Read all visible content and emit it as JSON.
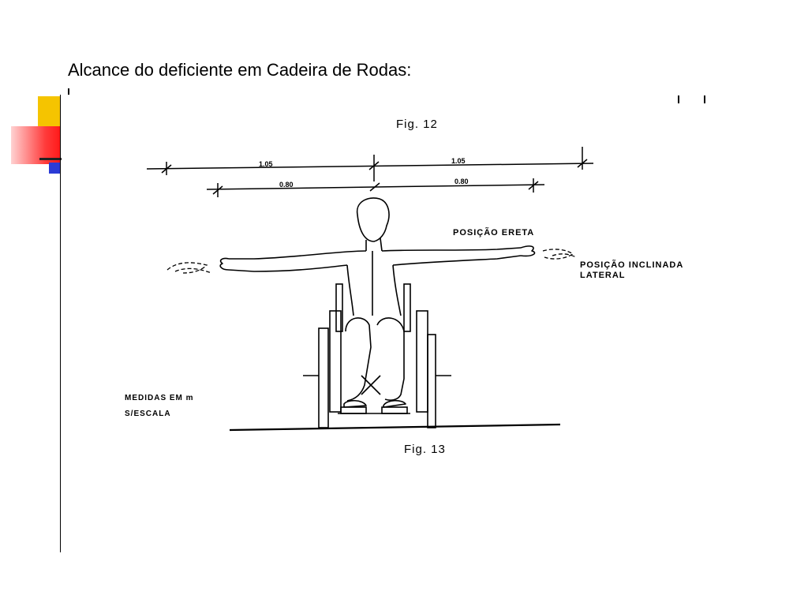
{
  "slide": {
    "title": "Alcance do deficiente em Cadeira de Rodas:"
  },
  "figure": {
    "caption_top": "Fig. 12",
    "caption_bottom": "Fig. 13",
    "dimensions": {
      "outer_left": "1.05",
      "outer_right": "1.05",
      "inner_left": "0.80",
      "inner_right": "0.80"
    },
    "labels": {
      "upright_position": "POSIÇÃO ERETA",
      "lateral_line1": "POSIÇÃO INCLINADA",
      "lateral_line2": "LATERAL",
      "measures_line1": "MEDIDAS EM m",
      "measures_line2": "S/ESCALA"
    }
  },
  "colors": {
    "accent_yellow": "#f5c400",
    "accent_red": "#ff1a1a",
    "accent_blue": "#2b3bd6"
  }
}
